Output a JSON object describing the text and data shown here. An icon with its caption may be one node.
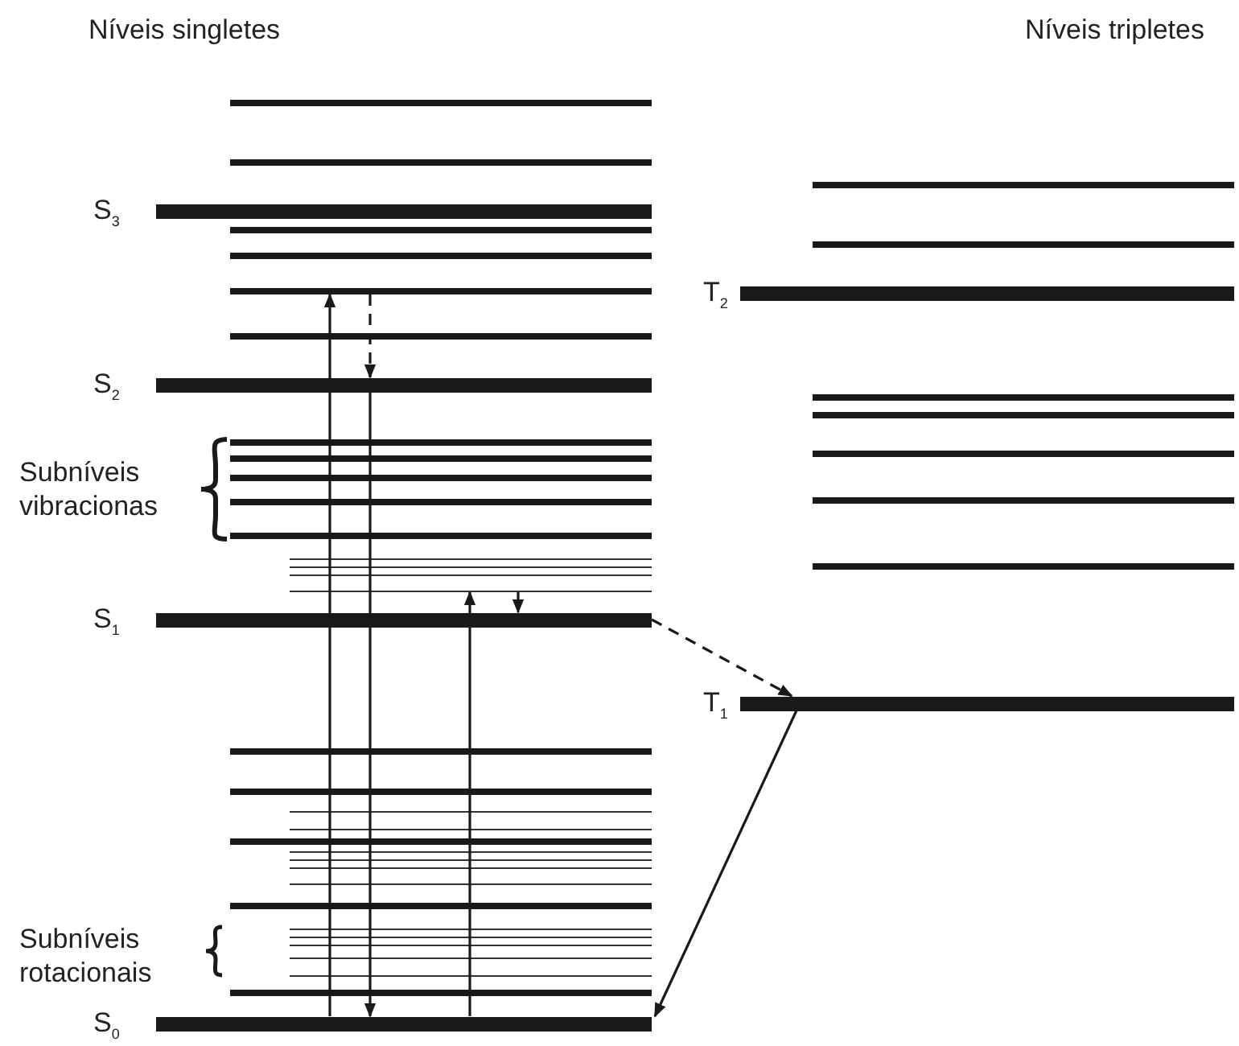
{
  "diagram": {
    "nodes": [
      {
        "text": [
          "S$_{3}$"
        ]
      },
      {
        "text": [],
        "shape": "bar"
      },
      {
        "text": [
          "T$_{2}$"
        ]
      },
      {
        "text": [
          "S$_{2}$"
        ]
      },
      {
        "text": [],
        "shape": "bar"
      },
      {
        "text": [
          "S$_{1}$"
        ]
      },
      {
        "text": [
          "T$_{1}$"
        ]
      },
      {
        "text": [
          "S$_{0}$"
        ]
      }
    ],
    "edges": [
      {
        "from": 7,
        "to": 1,
        "arrow": "to"
      },
      {
        "from": 1,
        "to": 3,
        "arrow": "to",
        "style": "dashed"
      },
      {
        "from": 3,
        "to": 7,
        "arrow": "to"
      },
      {
        "from": 7,
        "to": 4,
        "arrow": "to"
      },
      {
        "from": 4,
        "to": 5,
        "arrow": "to",
        "style": "dashed"
      },
      {
        "from": 5,
        "to": 6,
        "arrow": "to",
        "style": "dashed"
      },
      {
        "from": 6,
        "to": 7,
        "arrow": "to"
      }
    ],
    "labels": [
      "Níveis singletes",
      "Níveis tripletes",
      "Subníveis vibracionas",
      "Subníveis rotacionais"
    ]
  }
}
